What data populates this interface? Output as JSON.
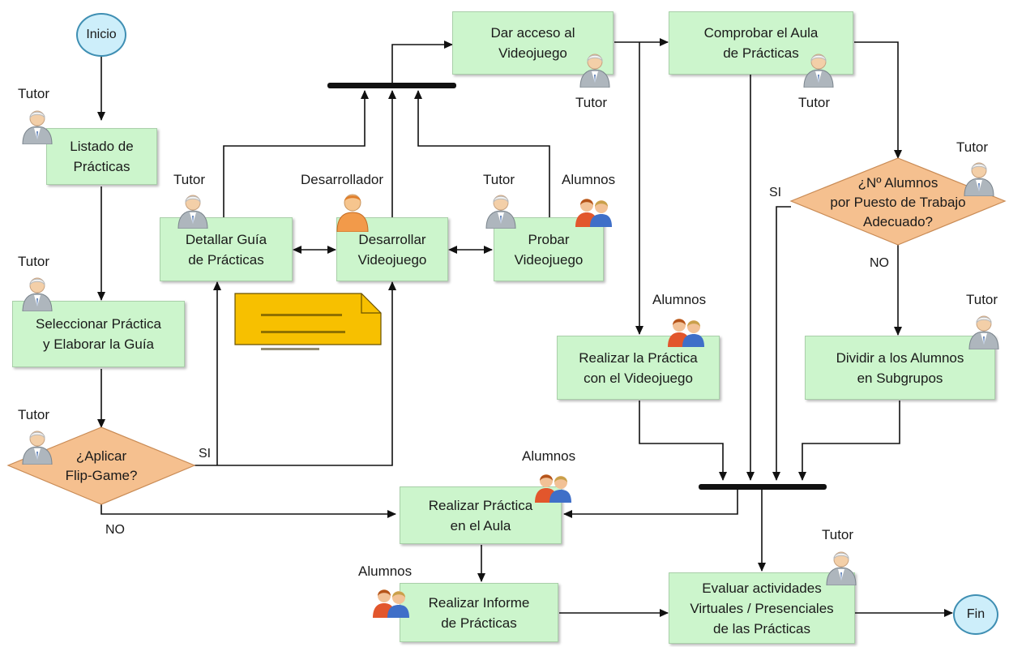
{
  "terminals": {
    "start": "Inicio",
    "end": "Fin"
  },
  "activities": {
    "listado": "Listado de\nPrácticas",
    "seleccionar": "Seleccionar Práctica\ny Elaborar la Guía",
    "detallar": "Detallar Guía\nde Prácticas",
    "desarrollar": "Desarrollar\nVideojuego",
    "probar": "Probar\nVideojuego",
    "dar_acceso": "Dar acceso al\nVideojuego",
    "comprobar": "Comprobar el Aula\nde Prácticas",
    "realizar_videojuego": "Realizar la Práctica\ncon el Videojuego",
    "dividir": "Dividir a los Alumnos\nen Subgrupos",
    "realizar_aula": "Realizar Práctica\nen el Aula",
    "informe": "Realizar Informe\nde Prácticas",
    "evaluar": "Evaluar actividades\nVirtuales / Presenciales\nde las Prácticas"
  },
  "decisions": {
    "flip": "¿Aplicar\nFlip-Game?",
    "alumnos": "¿Nº Alumnos\npor Puesto de Trabajo\nAdecuado?"
  },
  "branch_labels": {
    "flip_yes": "SI",
    "flip_no": "NO",
    "alumnos_yes": "SI",
    "alumnos_no": "NO"
  },
  "roles": {
    "tutor_listado": "Tutor",
    "tutor_seleccionar": "Tutor",
    "tutor_flip": "Tutor",
    "tutor_detallar": "Tutor",
    "desarrollador": "Desarrollador",
    "tutor_probar": "Tutor",
    "alumnos_probar": "Alumnos",
    "tutor_dar_acceso": "Tutor",
    "tutor_comprobar": "Tutor",
    "tutor_decision": "Tutor",
    "alumnos_realizar_videojuego": "Alumnos",
    "tutor_dividir": "Tutor",
    "alumnos_realizar_aula": "Alumnos",
    "alumnos_informe": "Alumnos",
    "tutor_evaluar": "Tutor"
  },
  "colors": {
    "activity_fill": "#ccf5cc",
    "decision_fill": "#f5c08f",
    "terminal_fill": "#cdeefa",
    "note_fill": "#f7c000",
    "edge": "#111111"
  }
}
